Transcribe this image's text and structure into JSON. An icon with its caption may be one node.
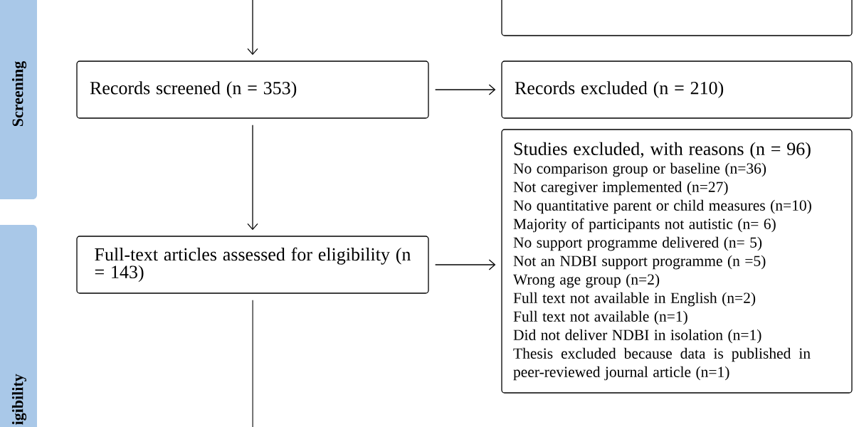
{
  "diagram": {
    "nodes": [
      {
        "text": [
          "Screening"
        ]
      },
      {
        "text": [
          "igibility"
        ]
      },
      {
        "text": [],
        "shape": "box"
      },
      {
        "text": [
          "Records screened (n = 353)"
        ]
      },
      {
        "text": [
          "Records excluded (n = 210)"
        ]
      },
      {
        "text": [
          "Full-text articles assessed for eligibility (n = 143)"
        ]
      },
      {
        "text": [
          "Studies excluded, with reasons (n = 96)",
          "No comparison group or baseline (n=36)",
          "Not caregiver implemented (n=27)",
          "No quantitative parent or child measures (n=10)",
          "Majority of participants not autistic (n= 6)",
          "No support programme delivered (n= 5)",
          "Not an NDBI support programme (n =5)",
          "Wrong age group (n=2)",
          "Full text not available in English (n=2)",
          "Full text not available (n=1)",
          "Did not deliver NDBI in isolation (n=1)",
          "Thesis excluded because data is published in peer-reviewed journal article (n=1)"
        ]
      }
    ],
    "edges": [
      {
        "from": null,
        "to": 3,
        "arrow": "to"
      },
      {
        "from": 3,
        "to": 4,
        "arrow": "to"
      },
      {
        "from": 3,
        "to": 5,
        "arrow": "to"
      },
      {
        "from": 5,
        "to": 6,
        "arrow": "to"
      },
      {
        "from": 5,
        "to": null,
        "arrow": "none"
      }
    ]
  }
}
